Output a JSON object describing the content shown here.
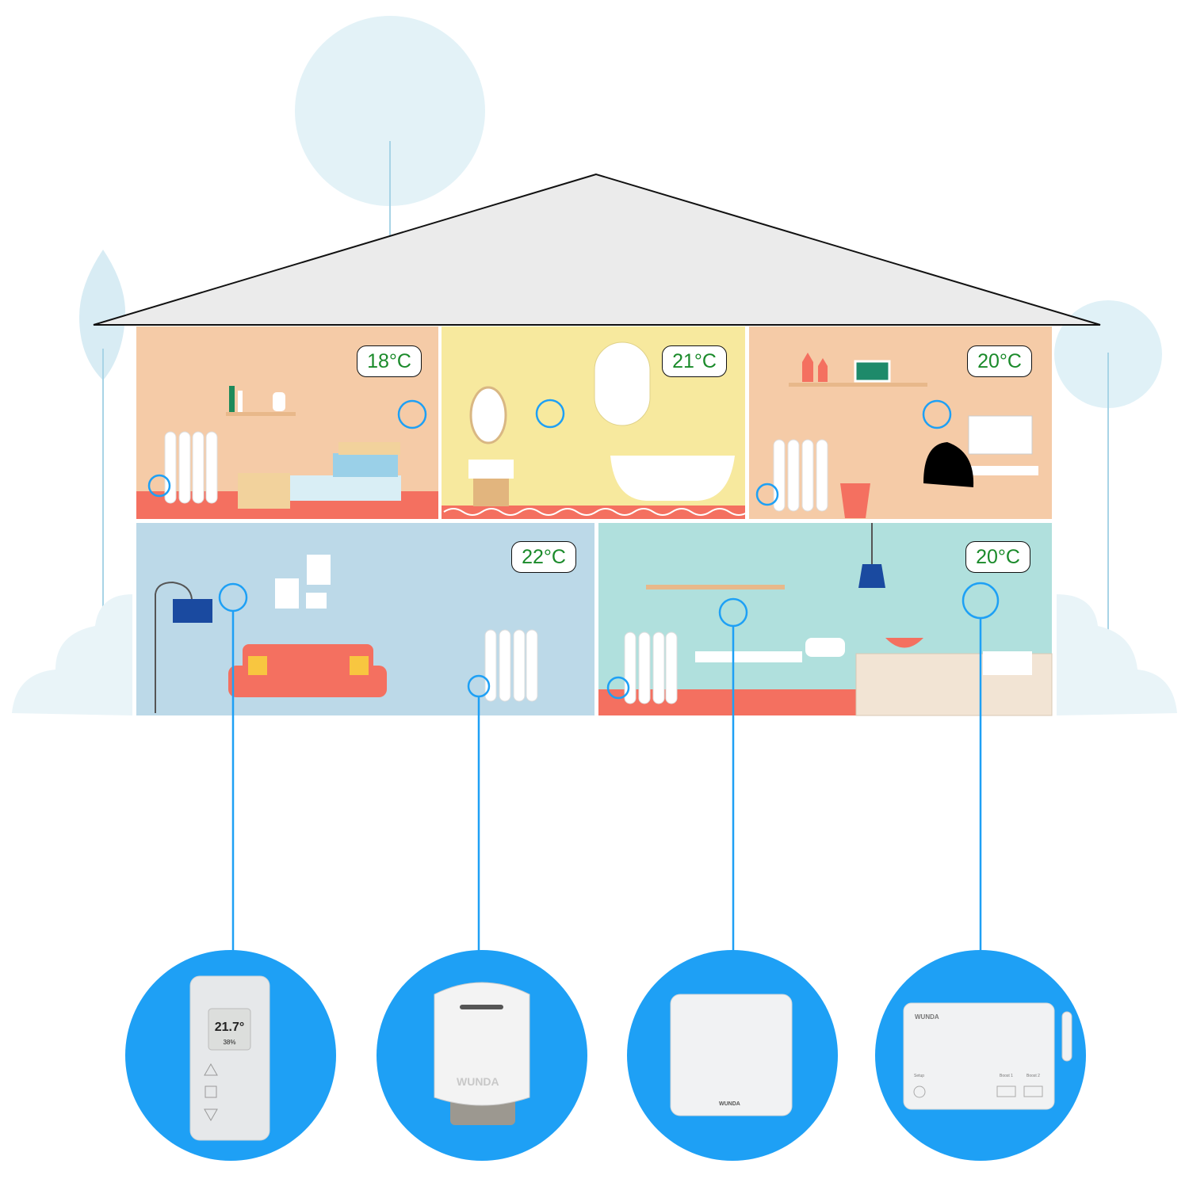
{
  "rooms": [
    {
      "name": "bedroom",
      "temperature": "18°C"
    },
    {
      "name": "bathroom",
      "temperature": "21°C"
    },
    {
      "name": "office",
      "temperature": "20°C"
    },
    {
      "name": "living-room",
      "temperature": "22°C"
    },
    {
      "name": "kitchen",
      "temperature": "20°C"
    }
  ],
  "devices": {
    "thermostat": {
      "temperature": "21.7°",
      "humidity": "38%"
    },
    "radiator_valve": {
      "brand": "WUNDA"
    },
    "sensor": {
      "brand": "WUNDA"
    },
    "hub": {
      "brand": "WUNDA",
      "setup_label": "Setup",
      "boost1_label": "Boost 1",
      "boost2_label": "Boost 2"
    }
  },
  "colors": {
    "accent_blue": "#1ea0f5",
    "temp_text": "#1a8a2a",
    "floor": "#f47060"
  }
}
